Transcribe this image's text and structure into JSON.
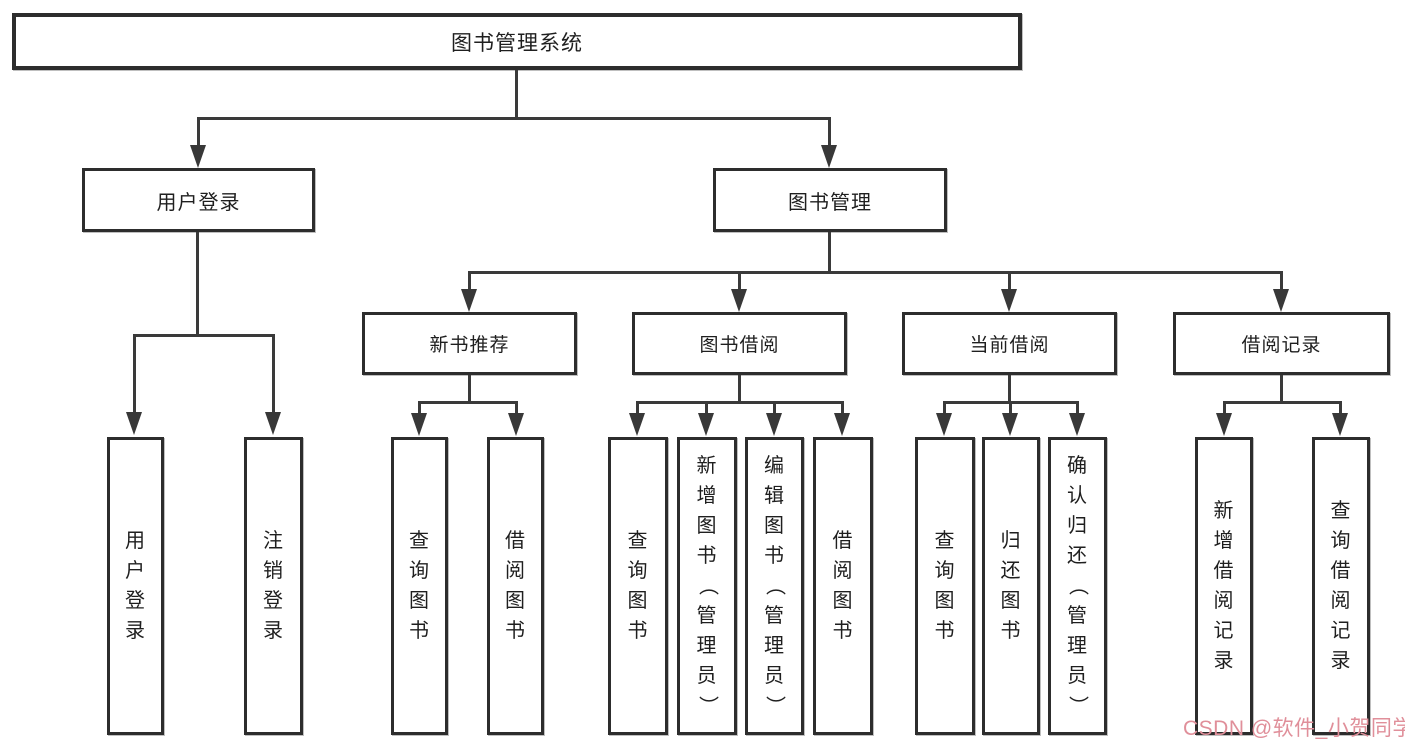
{
  "diagram": {
    "root": {
      "label": "图书管理系统"
    },
    "branches": [
      {
        "label": "用户登录",
        "children": [
          {
            "label": "用户登录"
          },
          {
            "label": "注销登录"
          }
        ]
      },
      {
        "label": "图书管理",
        "children": [
          {
            "label": "新书推荐",
            "children": [
              {
                "label": "查询图书"
              },
              {
                "label": "借阅图书"
              }
            ]
          },
          {
            "label": "图书借阅",
            "children": [
              {
                "label": "查询图书"
              },
              {
                "label": "新增图书（管理员）"
              },
              {
                "label": "编辑图书（管理员）"
              },
              {
                "label": "借阅图书"
              }
            ]
          },
          {
            "label": "当前借阅",
            "children": [
              {
                "label": "查询图书"
              },
              {
                "label": "归还图书"
              },
              {
                "label": "确认归还（管理员）"
              }
            ]
          },
          {
            "label": "借阅记录",
            "children": [
              {
                "label": "新增借阅记录"
              },
              {
                "label": "查询借阅记录"
              }
            ]
          }
        ]
      }
    ]
  },
  "watermark": {
    "text": "CSDN @软件_小贺同学"
  },
  "colors": {
    "line": "#3a3a3a",
    "border": "#2d2d2d",
    "text": "#1f1f1f",
    "watermark": "#e08f9a"
  }
}
